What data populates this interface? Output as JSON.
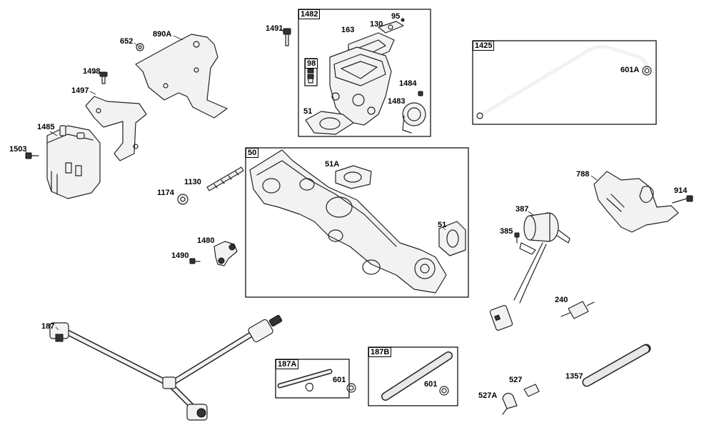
{
  "callouts": {
    "c652": "652",
    "c890A": "890A",
    "c1498": "1498",
    "c1497": "1497",
    "c1485": "1485",
    "c1503": "1503",
    "c1491": "1491",
    "c163": "163",
    "c130": "130",
    "c95": "95",
    "c1484": "1484",
    "c1483": "1483",
    "c51_top": "51",
    "c601A": "601A",
    "c51A": "51A",
    "c51_right": "51",
    "c1130": "1130",
    "c1174": "1174",
    "c1480": "1480",
    "c1490": "1490",
    "c788": "788",
    "c914": "914",
    "c387": "387",
    "c385": "385",
    "c240": "240",
    "c187": "187",
    "c601_a": "601",
    "c601_b": "601",
    "c527": "527",
    "c527A": "527A",
    "c1357": "1357"
  },
  "boxes": {
    "b1482": "1482",
    "b98": "98",
    "b1425": "1425",
    "b50": "50",
    "b187A": "187A",
    "b187B": "187B"
  }
}
